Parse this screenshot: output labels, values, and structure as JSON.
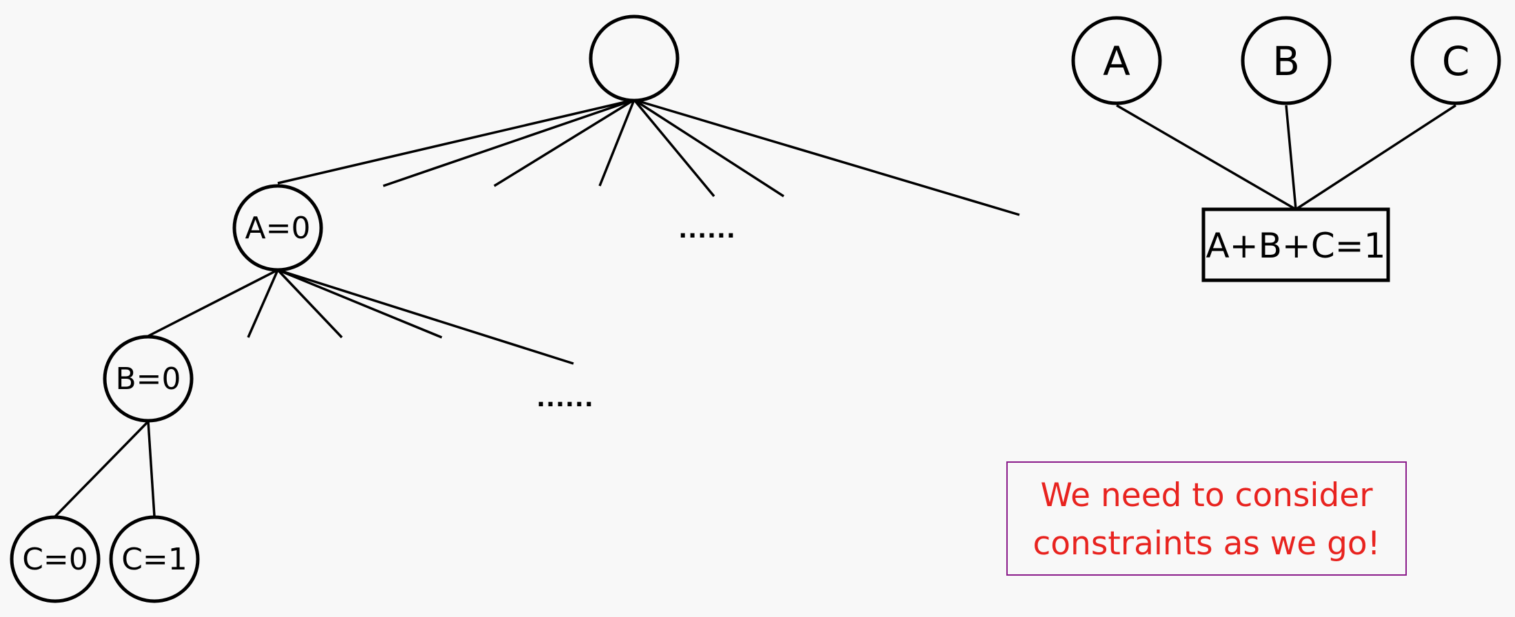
{
  "tree": {
    "root_label": "",
    "level1_label": "A=0",
    "level2_label": "B=0",
    "leaf_labels": [
      "C=0",
      "C=1"
    ],
    "ellipsis_upper": "......",
    "ellipsis_lower": "......"
  },
  "factor_graph": {
    "variables": [
      "A",
      "B",
      "C"
    ],
    "constraint": "A+B+C=1"
  },
  "note": {
    "line1": "We need to consider",
    "line2": "constraints as we go!"
  },
  "colors": {
    "note_text": "#e8231f",
    "note_border": "#8a1a8a",
    "stroke": "#000000",
    "background": "#f8f8f8"
  }
}
